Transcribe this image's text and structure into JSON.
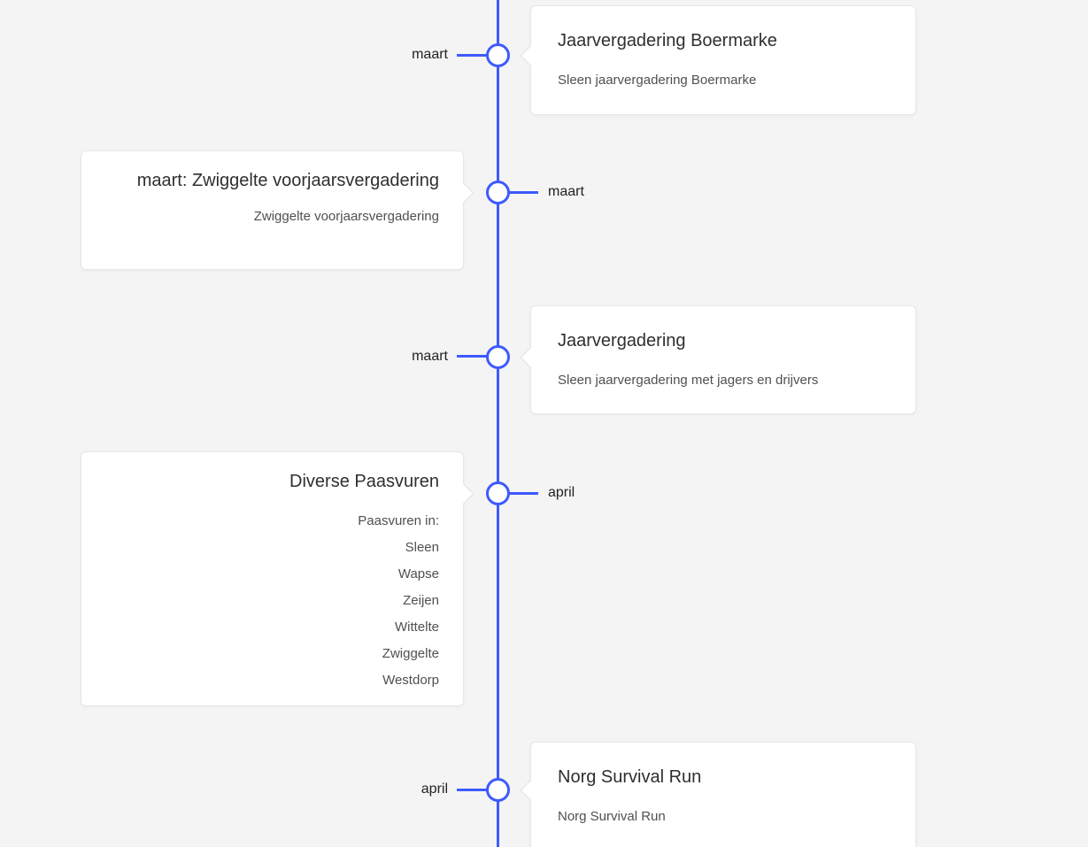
{
  "page": {
    "background_color": "#f4f4f4",
    "accent_color": "#3d5afe",
    "card_border_color": "#e7e7e7"
  },
  "timeline": {
    "items": [
      {
        "side": "right",
        "label": "maart",
        "title": "Jaarvergadering Boermarke",
        "description": "Sleen jaarvergadering Boermarke"
      },
      {
        "side": "left",
        "label": "maart",
        "title": "maart: Zwiggelte voorjaarsvergadering",
        "description": "Zwiggelte voorjaarsvergadering"
      },
      {
        "side": "right",
        "label": "maart",
        "title": "Jaarvergadering",
        "description": "Sleen jaarvergadering met jagers en drijvers"
      },
      {
        "side": "left",
        "label": "april",
        "title": "Diverse Paasvuren",
        "description": "Paasvuren in:\nSleen\nWapse\nZeijen\nWittelte\nZwiggelte\nWestdorp"
      },
      {
        "side": "right",
        "label": "april",
        "title": "Norg Survival Run",
        "description": "Norg Survival Run"
      }
    ]
  }
}
